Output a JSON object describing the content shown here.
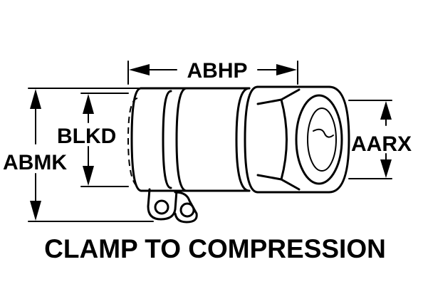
{
  "dimensions": {
    "abhp": "ABHP",
    "blkd": "BLKD",
    "abmk": "ABMK",
    "aarx": "AARX"
  },
  "caption": "CLAMP TO COMPRESSION",
  "colors": {
    "ink": "#000000",
    "paper": "#ffffff"
  }
}
